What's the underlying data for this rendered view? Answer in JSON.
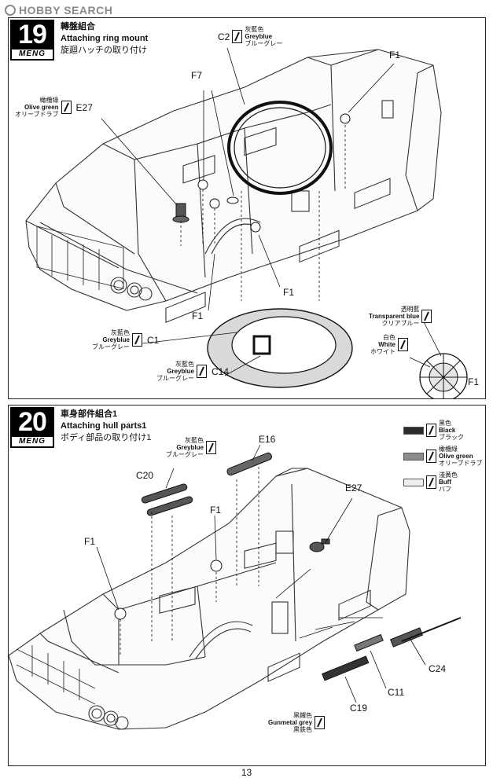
{
  "watermark": "HOBBY SEARCH",
  "page_number": "13",
  "steps": [
    {
      "number": "19",
      "brand": "MENG",
      "title_cn": "轉盤組合",
      "title_en": "Attaching ring mount",
      "title_jp": "旋廻ハッチの取り付け",
      "paints": {
        "c2": {
          "cn": "灰藍色",
          "en": "Greyblue",
          "jp": "ブルーグレー",
          "part": "C2"
        },
        "e27": {
          "cn": "橄欖綠",
          "en": "Olive green",
          "jp": "オリーブドラブ",
          "part": "E27"
        },
        "c1": {
          "cn": "灰藍色",
          "en": "Greyblue",
          "jp": "ブルーグレー",
          "part": "C1"
        },
        "c14": {
          "cn": "灰藍色",
          "en": "Greyblue",
          "jp": "ブルーグレー",
          "part": "C14"
        },
        "transparent": {
          "cn": "透明藍",
          "en": "Transparent blue",
          "jp": "クリアブルー"
        },
        "white": {
          "cn": "白色",
          "en": "White",
          "jp": "ホワイト"
        }
      },
      "labels": {
        "f1_top": "F1",
        "f7": "F7",
        "f1_mid": "F1",
        "f1_left": "F1",
        "f1_right": "F1"
      }
    },
    {
      "number": "20",
      "brand": "MENG",
      "title_cn": "車身部件組合1",
      "title_en": "Attaching hull parts1",
      "title_jp": "ボディ部品の取り付け1",
      "legend": [
        {
          "cn": "黑色",
          "en": "Black",
          "jp": "ブラック",
          "color": "#2a2a2a"
        },
        {
          "cn": "橄欖綠",
          "en": "Olive green",
          "jp": "オリーブドラブ",
          "color": "#8c8c8c"
        },
        {
          "cn": "淺黃色",
          "en": "Buff",
          "jp": "バフ",
          "color": "#efefef"
        }
      ],
      "paints": {
        "greyblue": {
          "cn": "灰藍色",
          "en": "Greyblue",
          "jp": "ブルーグレー"
        },
        "gunmetal": {
          "cn": "黑鐵色",
          "en": "Gunmetal grey",
          "jp": "黒鉄色"
        }
      },
      "labels": {
        "c20": "C20",
        "e16": "E16",
        "f1_top": "F1",
        "f1_left": "F1",
        "e27": "E27",
        "c24": "C24",
        "c11": "C11",
        "c19": "C19"
      }
    }
  ]
}
